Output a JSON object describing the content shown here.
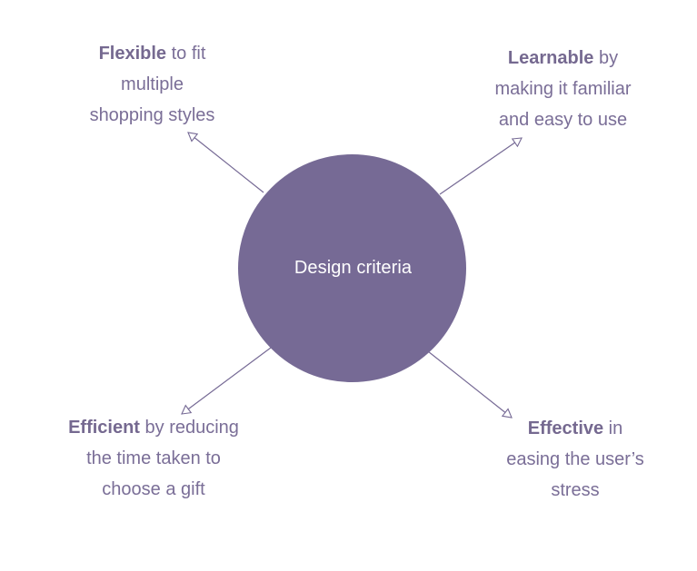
{
  "center": {
    "label": "Design criteria"
  },
  "criteria": {
    "flexible": {
      "keyword": "Flexible",
      "rest_first_line": " to fit",
      "line2": "multiple",
      "line3": "shopping styles"
    },
    "learnable": {
      "keyword": "Learnable",
      "rest_first_line": " by",
      "line2": "making it familiar",
      "line3": "and easy to use"
    },
    "efficient": {
      "keyword": "Efficient",
      "rest_first_line": " by reducing",
      "line2": "the time taken to",
      "line3": "choose a gift"
    },
    "effective": {
      "keyword": "Effective",
      "rest_first_line": " in",
      "line2": "easing the user’s",
      "line3": "stress"
    }
  },
  "colors": {
    "circle": "#766a95",
    "text": "#7a6e97",
    "connector": "#766a95",
    "center_text": "#ffffff"
  },
  "icons": {
    "arrowhead": "open-triangle-arrowhead"
  }
}
